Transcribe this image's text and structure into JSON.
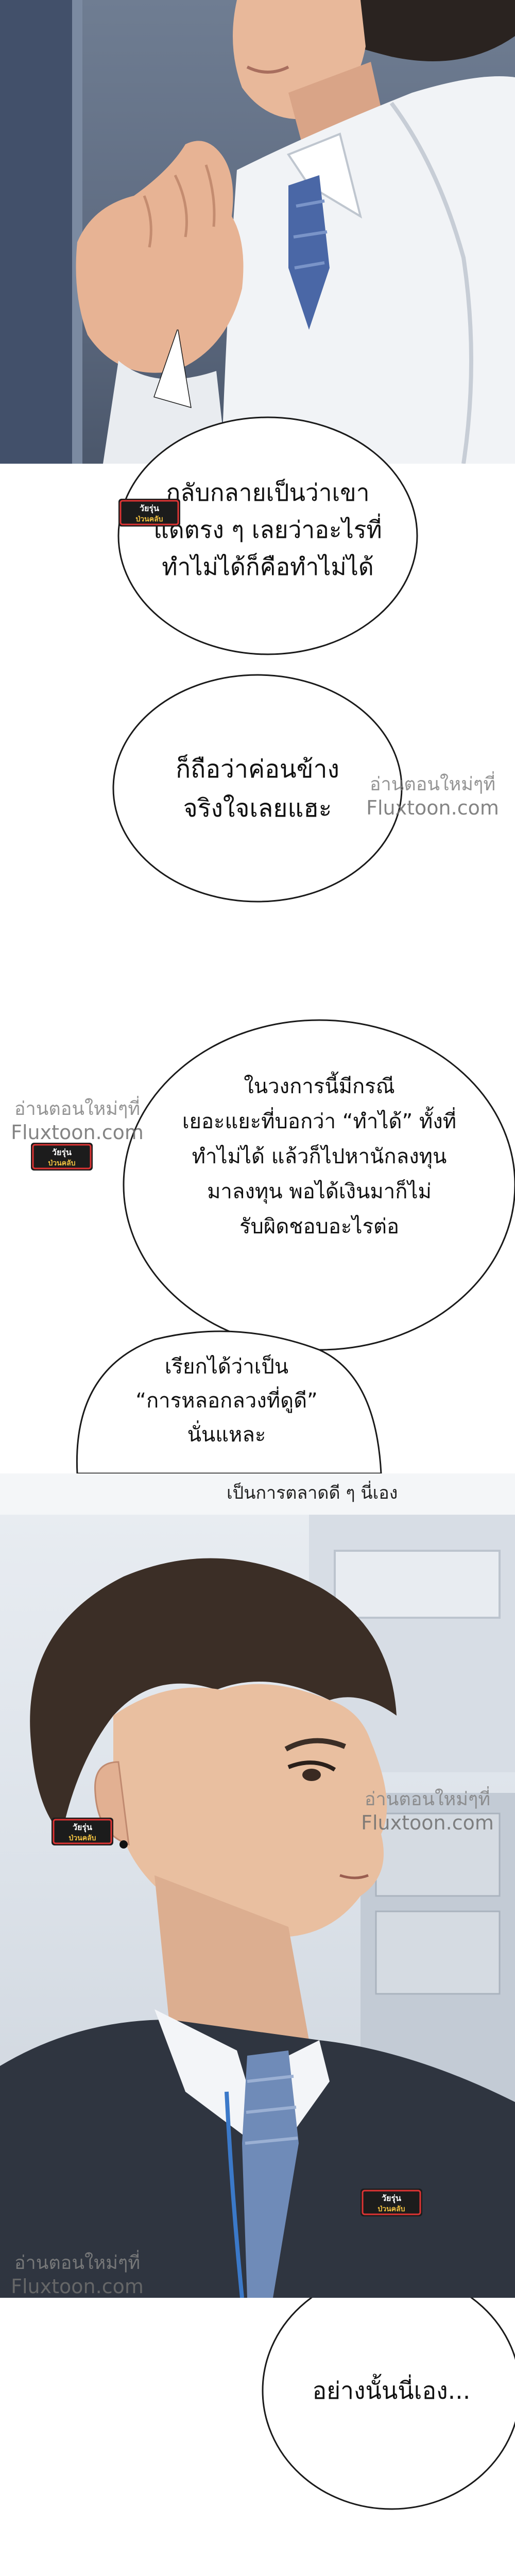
{
  "bubbles": {
    "b1": [
      "กลับกลายเป็นว่าเขา",
      "แดตรง ๆ เลยว่าอะไรที่",
      "ทำไม่ได้ก็คือทำไม่ได้"
    ],
    "b2": [
      "ก็ถือว่าค่อนข้าง",
      "จริงใจเลยแฮะ"
    ],
    "b3": [
      "ในวงการนี้มีกรณี",
      "เยอะแยะที่บอกว่า “ทำได้” ทั้งที่",
      "ทำไม่ได้ แล้วก็ไปหานักลงทุน",
      "มาลงทุน พอได้เงินมาก็ไม่",
      "รับผิดชอบอะไรต่อ"
    ],
    "b4": [
      "เรียกได้ว่าเป็น",
      "“การหลอกลวงที่ดูดี”",
      "นั่นแหละ"
    ],
    "b5": [
      "อย่างนั้นนี่เอง..."
    ]
  },
  "caption": "เป็นการตลาดดี ๆ นี่เอง",
  "watermark": {
    "line1": "อ่านตอนใหม่ๆที่",
    "line2": "Fluxtoon.com"
  },
  "logo": {
    "top": "วัยรุ่น",
    "bottom": "ป่วนคลับ"
  },
  "colors": {
    "bubble_fill": "#ffffff",
    "bubble_stroke": "#1a1a1a",
    "suit": "#2f3540",
    "hair": "#3b2e26",
    "skin": "#e9bfa0"
  }
}
